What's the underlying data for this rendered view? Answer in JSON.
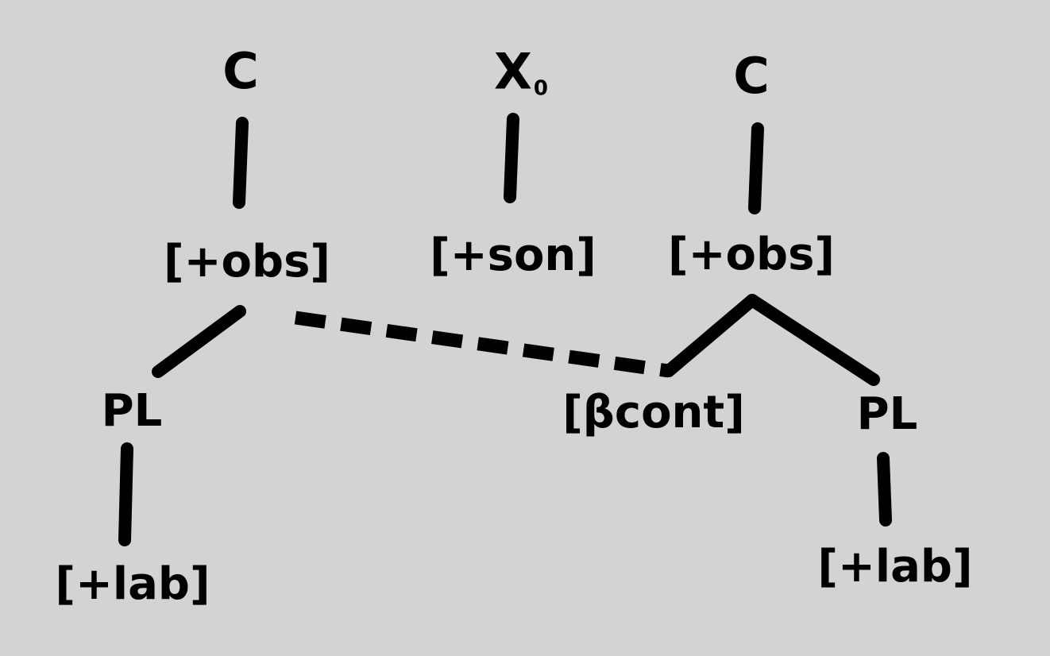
{
  "diagram": {
    "nodes": {
      "c_left": "C",
      "x0_base": "X",
      "x0_sub": "0",
      "c_right": "C",
      "obs_left": "[+obs]",
      "son": "[+son]",
      "obs_right": "[+obs]",
      "pl_left": "PL",
      "beta_cont": "[βcont]",
      "pl_right": "PL",
      "lab_left": "[+lab]",
      "lab_right": "[+lab]"
    },
    "colors": {
      "background": "#d3d3d3",
      "ink": "#000000"
    }
  }
}
